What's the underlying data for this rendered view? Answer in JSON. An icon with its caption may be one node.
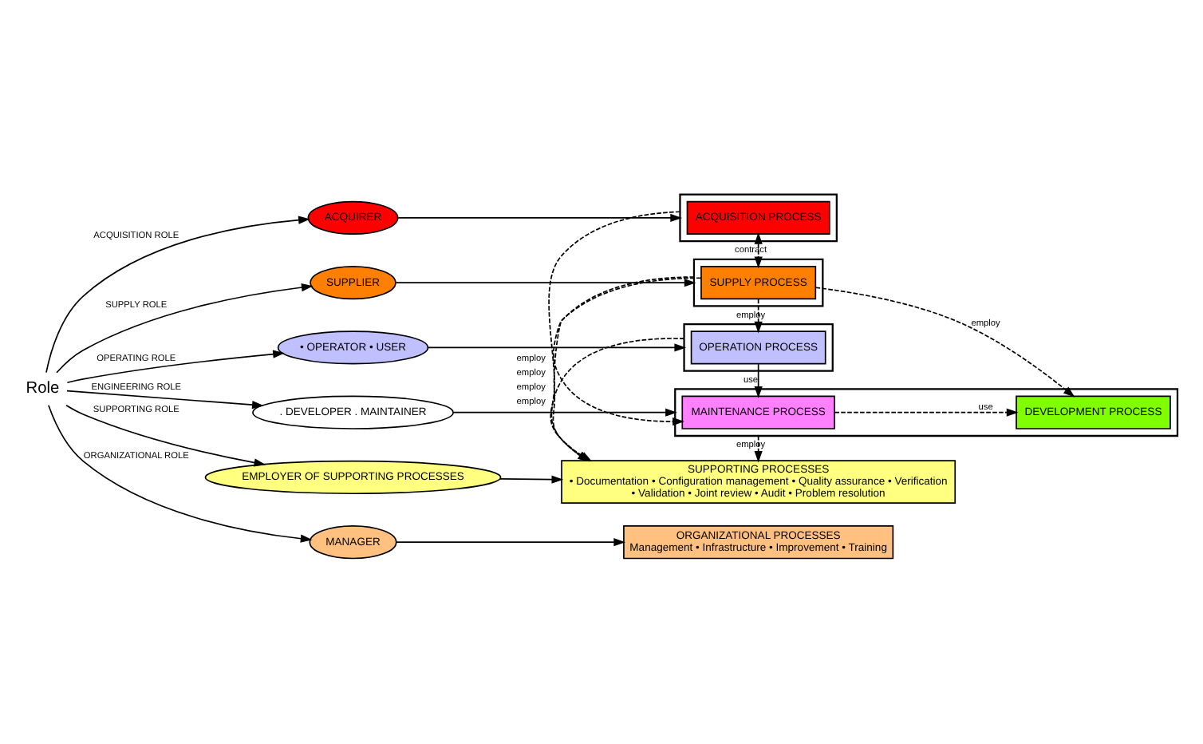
{
  "diagram": {
    "nodes": [
      {
        "text": [
          "Role"
        ]
      },
      {
        "text": [
          "ACQUIRER"
        ]
      },
      {
        "text": [
          "SUPPLIER"
        ]
      },
      {
        "text": [
          "• OPERATOR • USER"
        ]
      },
      {
        "text": [
          ". DEVELOPER . MAINTAINER"
        ]
      },
      {
        "text": [
          "EMPLOYER OF SUPPORTING PROCESSES"
        ]
      },
      {
        "text": [
          "MANAGER"
        ]
      },
      {
        "text": [],
        "shape": "box"
      },
      {
        "text": [
          "ACQUISITION PROCESS"
        ],
        "in": 7
      },
      {
        "text": [],
        "shape": "box"
      },
      {
        "text": [
          "SUPPLY PROCESS"
        ],
        "in": 9
      },
      {
        "text": [],
        "shape": "box"
      },
      {
        "text": [
          "OPERATION PROCESS"
        ],
        "in": 11
      },
      {
        "text": [],
        "shape": "box"
      },
      {
        "text": [
          "MAINTENANCE PROCESS"
        ],
        "in": 13
      },
      {
        "text": [
          "DEVELOPMENT PROCESS"
        ],
        "in": 13
      },
      {
        "text": [
          "SUPPORTING PROCESSES",
          "• Documentation • Configuration management • Quality assurance • Verification",
          "• Validation • Joint review • Audit • Problem resolution"
        ]
      },
      {
        "text": [
          "ORGANIZATIONAL PROCESSES",
          "Management • Infrastructure • Improvement • Training"
        ]
      }
    ],
    "edges": [
      {
        "from": 0,
        "to": 1,
        "arrow": "to",
        "label": "ACQUISITION ROLE"
      },
      {
        "from": 0,
        "to": 2,
        "arrow": "to",
        "label": "SUPPLY ROLE"
      },
      {
        "from": 0,
        "to": 3,
        "arrow": "to",
        "label": "OPERATING ROLE"
      },
      {
        "from": 0,
        "to": 4,
        "arrow": "to",
        "label": "ENGINEERING ROLE"
      },
      {
        "from": 0,
        "to": 5,
        "arrow": "to",
        "label": "SUPPORTING ROLE"
      },
      {
        "from": 0,
        "to": 6,
        "arrow": "to",
        "label": "ORGANIZATIONAL ROLE"
      },
      {
        "from": 1,
        "to": 7,
        "arrow": "to"
      },
      {
        "from": 2,
        "to": 9,
        "arrow": "to"
      },
      {
        "from": 3,
        "to": 11,
        "arrow": "to"
      },
      {
        "from": 4,
        "to": 13,
        "arrow": "to"
      },
      {
        "from": 5,
        "to": 16,
        "arrow": "to"
      },
      {
        "from": 6,
        "to": 17,
        "arrow": "to"
      },
      {
        "from": 8,
        "to": 10,
        "arrow": "both",
        "label": "contract",
        "style": "dashed"
      },
      {
        "from": 10,
        "to": 14,
        "arrow": "to",
        "label": "employ",
        "style": "dashed"
      },
      {
        "from": 10,
        "to": 12,
        "arrow": "to",
        "label": "employ",
        "style": "dashed"
      },
      {
        "from": 10,
        "to": 15,
        "arrow": "to",
        "label": "employ",
        "style": "dashed"
      },
      {
        "from": 12,
        "to": 14,
        "arrow": "to",
        "label": "use"
      },
      {
        "from": 14,
        "to": 15,
        "arrow": "to",
        "label": "use",
        "style": "dashed"
      },
      {
        "from": 7,
        "to": 16,
        "arrow": "to",
        "label": "employ",
        "style": "dashed"
      },
      {
        "from": 9,
        "to": 16,
        "arrow": "to",
        "label": "employ",
        "style": "dashed"
      },
      {
        "from": 11,
        "to": 16,
        "arrow": "to",
        "label": "employ",
        "style": "dashed"
      },
      {
        "from": 13,
        "to": 16,
        "arrow": "to",
        "label": "employ",
        "style": "dashed"
      }
    ]
  }
}
